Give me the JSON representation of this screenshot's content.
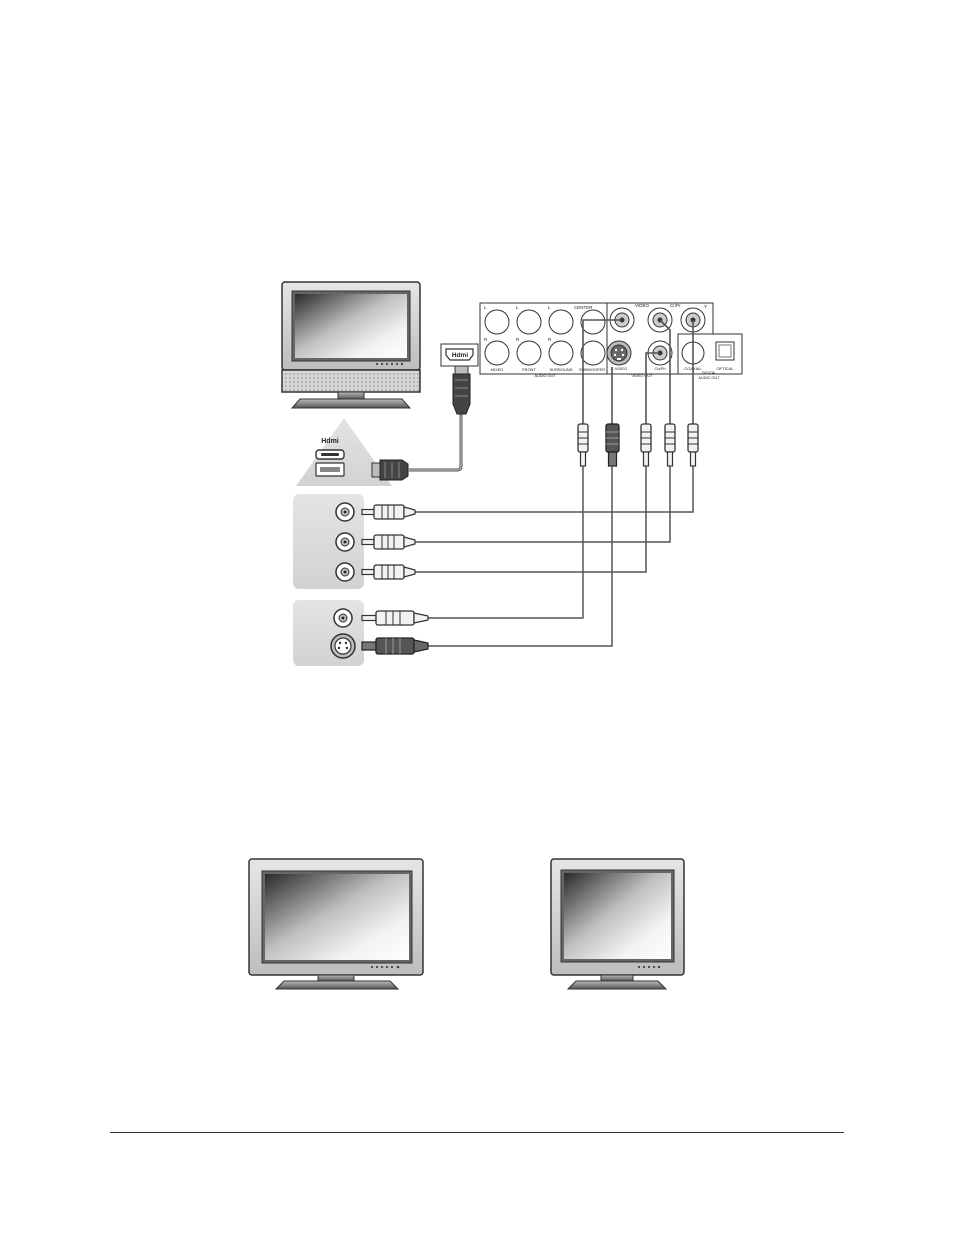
{
  "hdmi_logo_text": "Hdmi",
  "panel": {
    "video_label": "VIDEO",
    "cbpb_label": "Cb/Pb",
    "crpr_label": "Cr/Pr",
    "y_label": "Y",
    "center_label": "CENTER",
    "l_label": "L",
    "r_label": "R",
    "svideo_label": "S-VIDEO",
    "video_out_label": "VIDEO OUT",
    "mixed_label": "MIXED",
    "front_label": "FRONT",
    "surround_label": "SURROUND",
    "subwoofer_label": "SUBWOOFER",
    "audio_out_label": "AUDIO OUT",
    "coaxial_label": "COAXIAL",
    "optical_label": "OPTICAL",
    "digital_label": "DIGITAL",
    "digital_audio_out_label": "AUDIO OUT"
  },
  "colors": {
    "outline": "#333333",
    "panel_fill": "#d9d9d9",
    "cable": "#555555",
    "plug_dark": "#444444",
    "plug_light": "#f2f2f2"
  }
}
